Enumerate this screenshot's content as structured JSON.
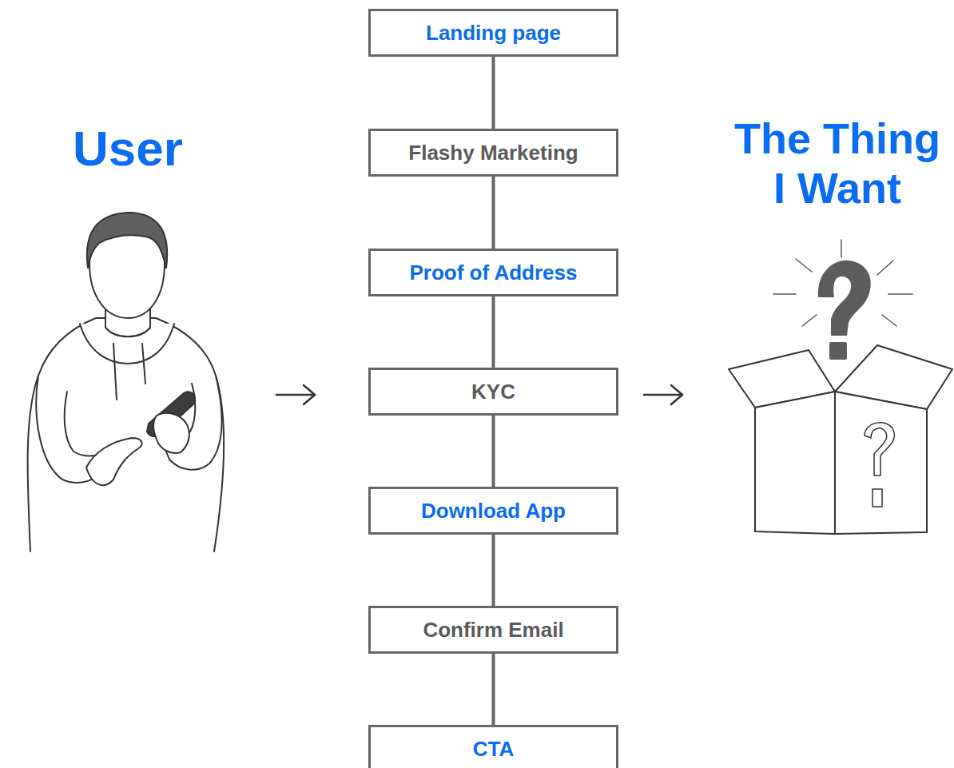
{
  "diagram": {
    "nodes": [
      {
        "text": [
          "Landing page"
        ]
      },
      {
        "text": [
          "Flashy Marketing"
        ]
      },
      {
        "text": [
          "Proof of Address"
        ]
      },
      {
        "text": [
          "KYC"
        ]
      },
      {
        "text": [
          "Download App"
        ]
      },
      {
        "text": [
          "Confirm Email"
        ]
      },
      {
        "text": [
          "CTA"
        ]
      }
    ],
    "edges": [
      {
        "from": 0,
        "to": 1,
        "arrow": "none"
      },
      {
        "from": 1,
        "to": 2,
        "arrow": "none"
      },
      {
        "from": 2,
        "to": 3,
        "arrow": "none"
      },
      {
        "from": 3,
        "to": 4,
        "arrow": "none"
      },
      {
        "from": 4,
        "to": 5,
        "arrow": "none"
      },
      {
        "from": 5,
        "to": 6,
        "arrow": "none"
      }
    ],
    "labels": [
      "User",
      "The Thing I Want"
    ]
  }
}
